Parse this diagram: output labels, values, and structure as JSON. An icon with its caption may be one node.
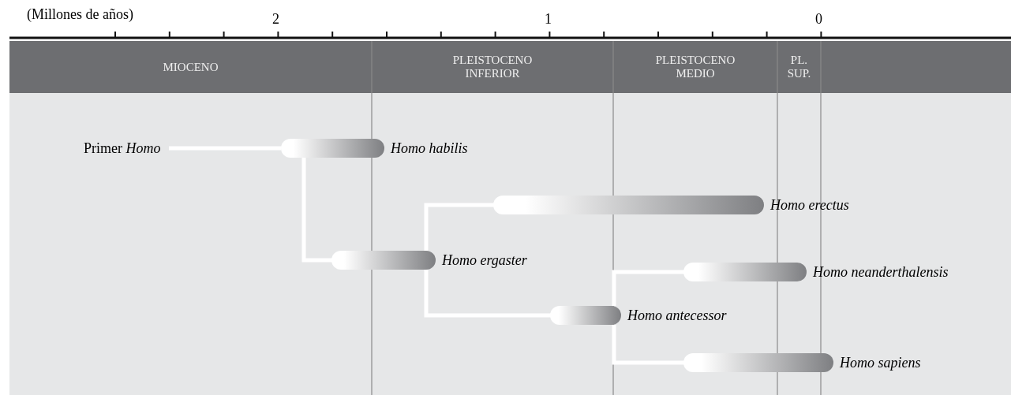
{
  "diagram": {
    "nodes": [
      {
        "text": [
          "MIOCENO"
        ]
      },
      {
        "text": [
          "PLEISTOCENO INFERIOR"
        ]
      },
      {
        "text": [
          "PLEISTOCENO MEDIO"
        ]
      },
      {
        "text": [
          "PL. SUP."
        ]
      },
      {
        "text": [
          "Primer *Homo*"
        ]
      },
      {
        "text": [
          "Homo habilis"
        ]
      },
      {
        "text": [
          "Homo erectus"
        ]
      },
      {
        "text": [
          "Homo ergaster"
        ]
      },
      {
        "text": [
          "Homo neanderthalensis"
        ]
      },
      {
        "text": [
          "Homo antecessor"
        ]
      },
      {
        "text": [
          "Homo sapiens"
        ]
      }
    ],
    "edges": [
      {
        "from": 4,
        "to": 5,
        "arrow": "none"
      },
      {
        "from": 5,
        "to": 7,
        "arrow": "none"
      },
      {
        "from": 7,
        "to": 6,
        "arrow": "none"
      },
      {
        "from": 7,
        "to": 9,
        "arrow": "none"
      },
      {
        "from": 9,
        "to": 8,
        "arrow": "none"
      },
      {
        "from": 9,
        "to": 10,
        "arrow": "none"
      }
    ],
    "labels": [
      "(Millones de años)",
      "2",
      "1",
      "0"
    ]
  }
}
